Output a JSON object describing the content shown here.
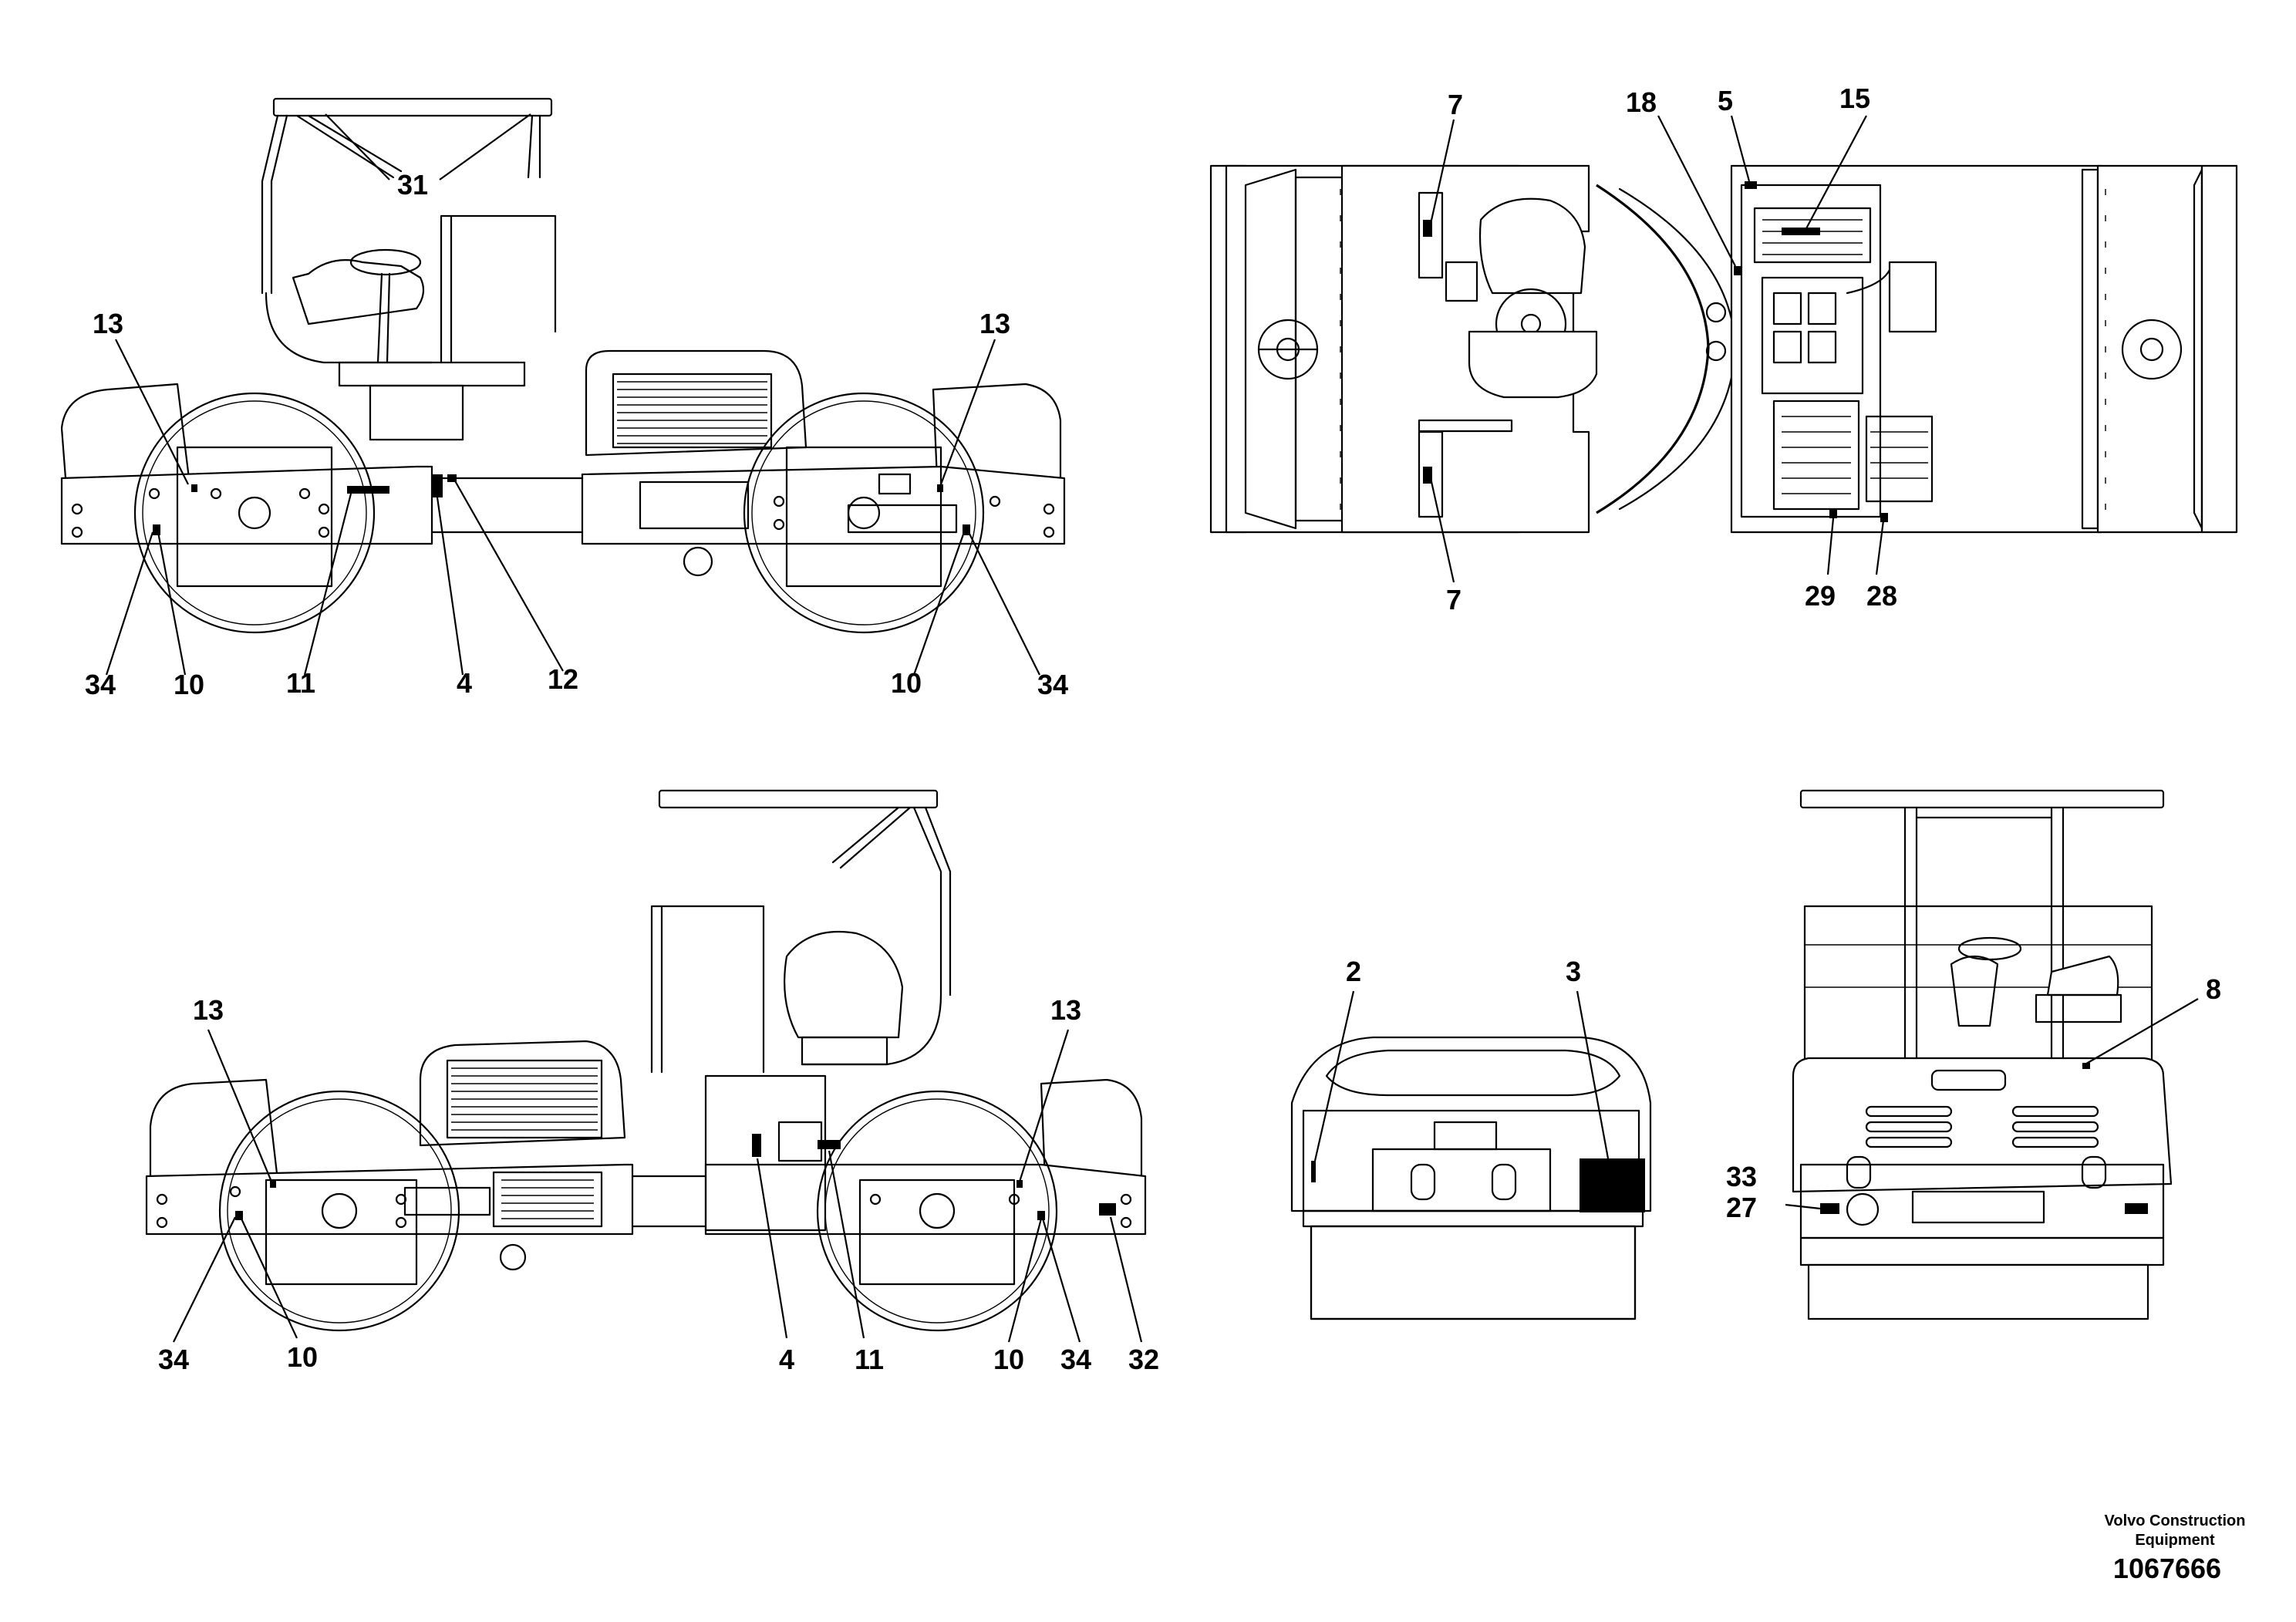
{
  "views": {
    "left_side": {
      "callouts": [
        "31",
        "13",
        "13",
        "34",
        "10",
        "11",
        "4",
        "12",
        "10",
        "34"
      ]
    },
    "top": {
      "callouts": [
        "7",
        "18",
        "5",
        "15",
        "7",
        "29",
        "28"
      ]
    },
    "right_side": {
      "callouts": [
        "13",
        "13",
        "34",
        "10",
        "4",
        "11",
        "10",
        "34",
        "32"
      ]
    },
    "front": {
      "callouts": [
        "2",
        "3"
      ]
    },
    "rear": {
      "callouts": [
        "8",
        "33",
        "27"
      ]
    }
  },
  "footer": {
    "manufacturer_line1": "Volvo Construction",
    "manufacturer_line2": "Equipment",
    "part_number": "1067666"
  }
}
